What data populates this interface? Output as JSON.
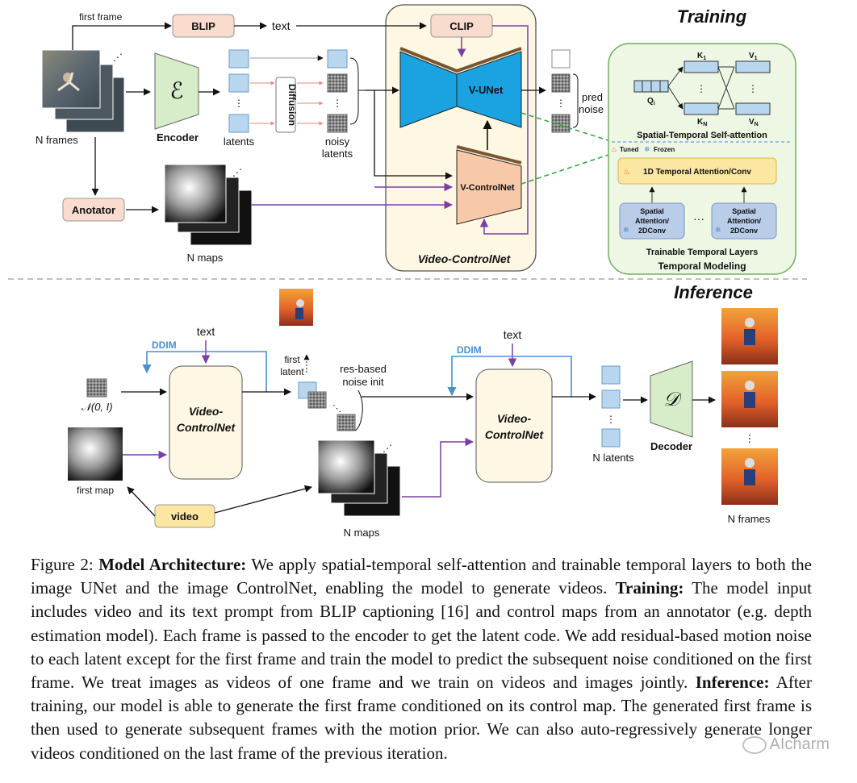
{
  "training": {
    "title": "Training",
    "first_frame": "first frame",
    "blip": "BLIP",
    "text": "text",
    "clip": "CLIP",
    "n_frames": "N frames",
    "encoder_symbol": "ℰ",
    "encoder": "Encoder",
    "latents": "latents",
    "diffusion": "Diffusion",
    "noisy_latents_1": "noisy",
    "noisy_latents_2": "latents",
    "vunet": "V-UNet",
    "vcontrolnet": "V-ControlNet",
    "pred_1": "pred",
    "pred_2": "noise",
    "anotator": "Anotator",
    "n_maps": "N maps",
    "video_controlnet": "Video-ControlNet"
  },
  "temporal": {
    "k1": "K",
    "k1_sub": "1",
    "kn": "K",
    "kn_sub": "N",
    "v1": "V",
    "v1_sub": "1",
    "vn": "V",
    "vn_sub": "N",
    "qi": "Q",
    "qi_sub": "i",
    "sts_attention": "Spatial-Temporal Self-attention",
    "tuned": "Tuned",
    "frozen": "Frozen",
    "temporal_attention": "1D Temporal Attention/Conv",
    "spatial_1": "Spatial",
    "spatial_2": "Attention/",
    "spatial_3": "2DConv",
    "ellipsis": "···",
    "trainable_layers": "Trainable Temporal Layers",
    "temporal_modeling": "Temporal Modeling"
  },
  "inference": {
    "title": "Inference",
    "ddim": "DDIM",
    "text": "text",
    "normal": "𝒩(0, I)",
    "first_map": "first map",
    "video_controlnet_1": "Video-",
    "video_controlnet_2": "ControlNet",
    "first_latent_1": "first",
    "first_latent_2": "latent",
    "res_noise_1": "res-based",
    "res_noise_2": "noise init",
    "video": "video",
    "n_maps": "N maps",
    "n_latents": "N latents",
    "decoder_symbol": "𝒟",
    "decoder": "Decoder",
    "n_frames": "N frames"
  },
  "caption": {
    "fig_label": "Figure 2:",
    "heading": "Model Architecture:",
    "text1": " We apply spatial-temporal self-attention and trainable temporal layers to both the image UNet and the image ControlNet, enabling the model to generate videos. ",
    "training_label": "Training:",
    "text2": " The model input includes video and its text prompt from BLIP captioning [16] and control maps from an annotator (e.g. depth estimation model). Each frame is passed to the encoder to get the latent code. We add residual-based motion noise to each latent except for the first frame and train the model to predict the subsequent noise conditioned on the first frame. We treat images as videos of one frame and we train on videos and images jointly. ",
    "inference_label": "Inference:",
    "text3": " After training, our model is able to generate the first frame conditioned on its control map. The generated first frame is then used to generate subsequent frames with the motion prior. We can also auto-regressively generate longer videos conditioned on the last frame of the previous iteration."
  },
  "watermark": "AIcharm",
  "colors": {
    "unet_blue": "#1aa3e0",
    "controlnet_salmon": "#f7c9a8",
    "purple_arrow": "#7a3fa6",
    "ddim_blue": "#4a8fcf",
    "video_controlnet_bg": "#fdf7e3",
    "temporal_bg": "#eef6e4",
    "temporal_border": "#6fae5f",
    "latent_blue": "#b9d6ef",
    "green_dash": "#33aa44",
    "label_box": "#f9dccd",
    "yellow_box": "#fbe7a1"
  }
}
